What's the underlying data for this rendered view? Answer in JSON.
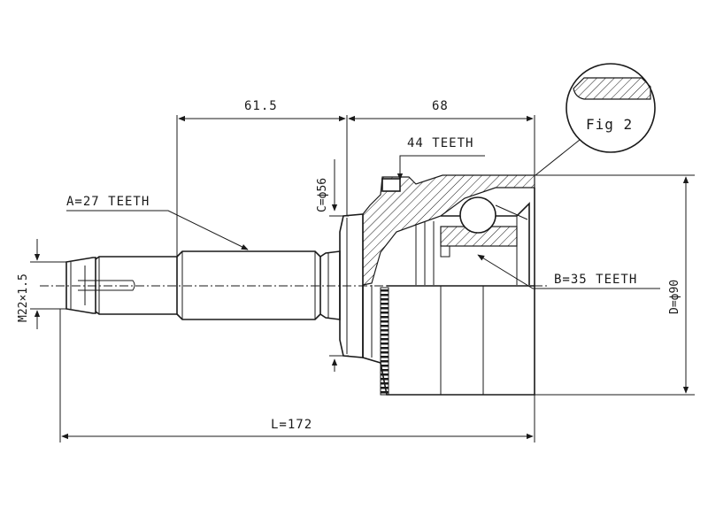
{
  "dimensions": {
    "dim_61_5": "61.5",
    "dim_68": "68",
    "inner_teeth": "44 TEETH",
    "shaft_teeth": "A=27 TEETH",
    "cup_teeth": "B=35 TEETH",
    "collar_diameter": "C=ϕ56",
    "outer_diameter": "D=ϕ90",
    "thread": "M22×1.5",
    "total_length": "L=172"
  },
  "figure_label": "Fig 2"
}
